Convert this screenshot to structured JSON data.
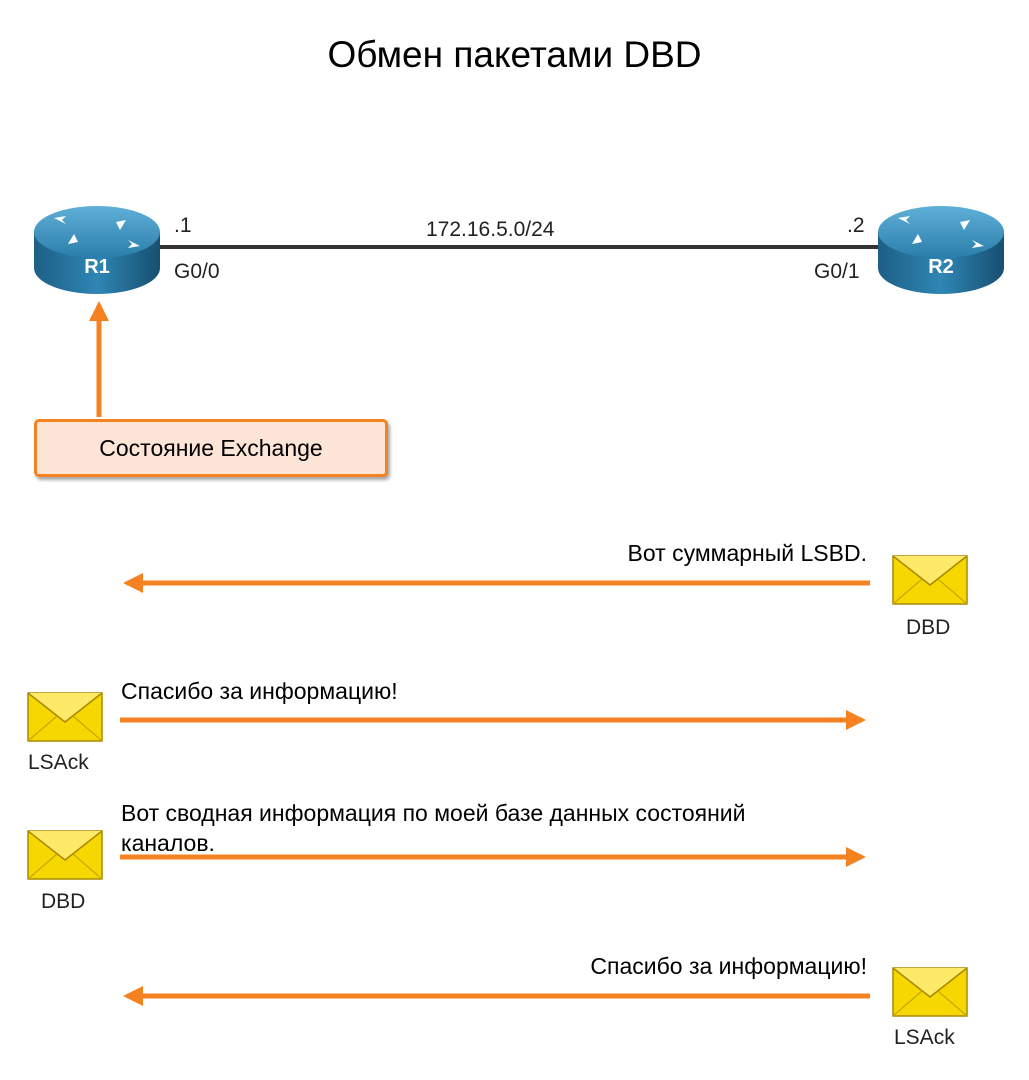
{
  "title": "Обмен пакетами DBD",
  "network": "172.16.5.0/24",
  "colors": {
    "accent": "#f58220",
    "router": "#2a7ca8",
    "envelope": "#f6d700",
    "state_fill": "#fce4d6"
  },
  "r1": {
    "name": "R1",
    "host": ".1",
    "interface": "G0/0",
    "icon": "router-icon"
  },
  "r2": {
    "name": "R2",
    "host": ".2",
    "interface": "G0/1",
    "icon": "router-icon"
  },
  "state": "Состояние Exchange",
  "messages": [
    {
      "text": "Вот суммарный LSBD.",
      "packet": "DBD",
      "direction": "R2→R1",
      "icon": "envelope-icon"
    },
    {
      "text": "Спасибо за информацию!",
      "packet": "LSAck",
      "direction": "R1→R2",
      "icon": "envelope-icon"
    },
    {
      "text_line1": "Вот сводная информация по моей базе данных состояний",
      "text_line2": "каналов.",
      "packet": "DBD",
      "direction": "R1→R2",
      "icon": "envelope-icon"
    },
    {
      "text": "Спасибо за информацию!",
      "packet": "LSAck",
      "direction": "R2→R1",
      "icon": "envelope-icon"
    }
  ]
}
